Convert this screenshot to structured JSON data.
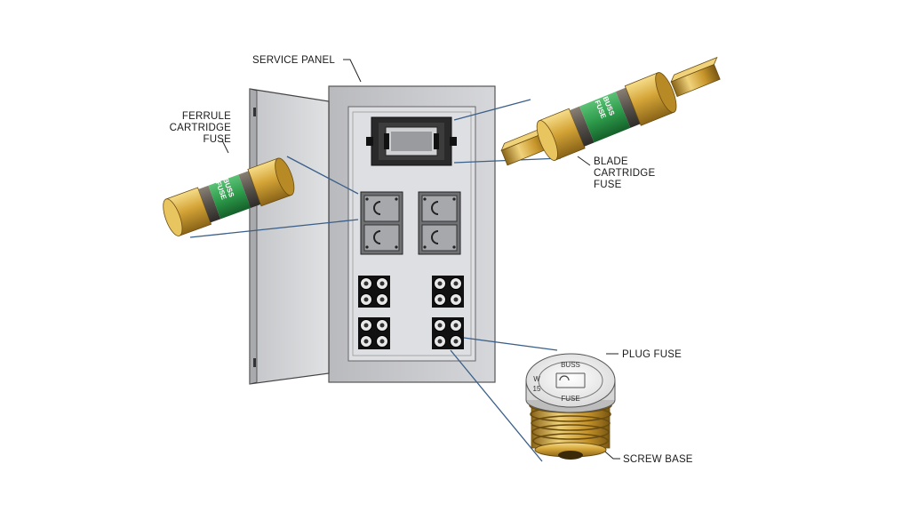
{
  "labels": {
    "service_panel": "SERVICE PANEL",
    "ferrule_line1": "FERRULE",
    "ferrule_line2": "CARTRIDGE",
    "ferrule_line3": "FUSE",
    "blade_line1": "BLADE",
    "blade_line2": "CARTRIDGE",
    "blade_line3": "FUSE",
    "plug_fuse": "PLUG FUSE",
    "screw_base": "SCREW BASE"
  },
  "fuse_markings": {
    "ferrule_top": "BUSS",
    "ferrule_bottom": "FUSE",
    "blade_top": "BUSS",
    "blade_bottom": "FUSE",
    "plug_top": "BUSS",
    "plug_bottom": "FUSE",
    "plug_left_1": "W",
    "plug_left_2": "15"
  },
  "colors": {
    "panel": "#c9cacc",
    "panel_inner": "#dcdde0",
    "brass": "#d4a437",
    "fuse_band": "#2d9a4a",
    "leader": "#3a5f88"
  }
}
